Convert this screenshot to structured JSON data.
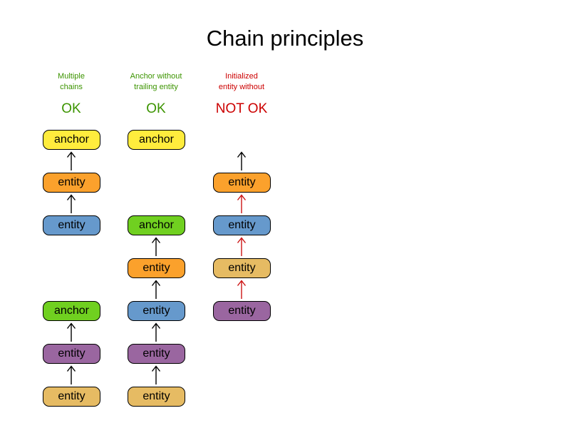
{
  "title": "Chain principles",
  "colors": {
    "anchor_yellow": "#ffec3d",
    "anchor_green": "#70d020",
    "entity_orange": "#fba12c",
    "entity_blue": "#6699cc",
    "entity_purple": "#9a66a0",
    "entity_tan": "#e6bb63",
    "ok_green": "#3c9400",
    "not_ok_red": "#cc0000",
    "arrow_black": "#000000",
    "arrow_red": "#cc1414"
  },
  "columns": [
    {
      "heading": "Multiple\nchains",
      "verdict": "OK",
      "nodes": [
        {
          "label": "anchor",
          "color": "anchor_yellow"
        },
        {
          "label": "entity",
          "color": "entity_orange"
        },
        {
          "label": "entity",
          "color": "entity_blue"
        },
        {
          "label": "anchor",
          "color": "anchor_green"
        },
        {
          "label": "entity",
          "color": "entity_purple"
        },
        {
          "label": "entity",
          "color": "entity_tan"
        }
      ]
    },
    {
      "heading": "Anchor without\ntrailing entity",
      "verdict": "OK",
      "nodes": [
        {
          "label": "anchor",
          "color": "anchor_yellow"
        },
        {
          "label": "anchor",
          "color": "anchor_green"
        },
        {
          "label": "entity",
          "color": "entity_orange"
        },
        {
          "label": "entity",
          "color": "entity_blue"
        },
        {
          "label": "entity",
          "color": "entity_purple"
        },
        {
          "label": "entity",
          "color": "entity_tan"
        }
      ]
    },
    {
      "heading": "Initialized\nentity without",
      "verdict": "NOT OK",
      "nodes": [
        {
          "label": "entity",
          "color": "entity_orange"
        },
        {
          "label": "entity",
          "color": "entity_blue"
        },
        {
          "label": "entity",
          "color": "entity_tan"
        },
        {
          "label": "entity",
          "color": "entity_purple"
        }
      ]
    }
  ]
}
